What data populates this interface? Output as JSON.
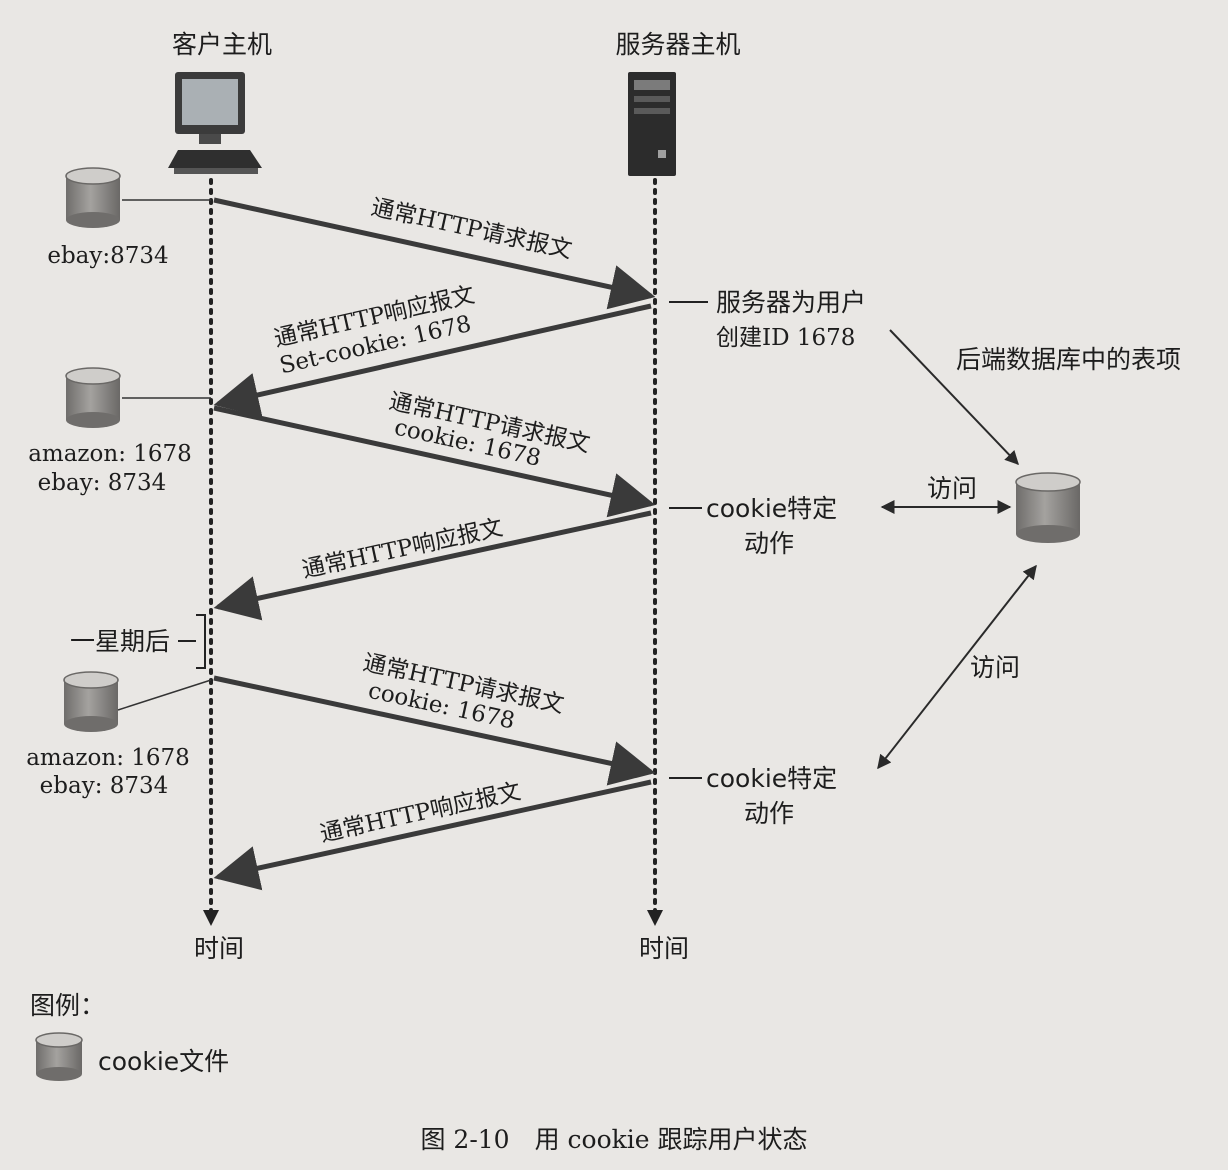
{
  "header": {
    "client_host": "客户主机",
    "server_host": "服务器主机"
  },
  "client_states": [
    {
      "lines": [
        "ebay:8734"
      ]
    },
    {
      "lines": [
        "amazon: 1678",
        "ebay: 8734"
      ]
    },
    {
      "lines": [
        "amazon: 1678",
        "ebay: 8734"
      ]
    }
  ],
  "messages": [
    {
      "lines": [
        "通常HTTP请求报文"
      ]
    },
    {
      "lines": [
        "通常HTTP响应报文",
        "Set-cookie: 1678"
      ]
    },
    {
      "lines": [
        "通常HTTP请求报文",
        "cookie: 1678"
      ]
    },
    {
      "lines": [
        "通常HTTP响应报文"
      ]
    },
    {
      "lines": [
        "通常HTTP请求报文",
        "cookie: 1678"
      ]
    },
    {
      "lines": [
        "通常HTTP响应报文"
      ]
    }
  ],
  "server_notes": [
    {
      "lines": [
        "服务器为用户",
        "创建ID 1678"
      ]
    },
    {
      "lines": [
        "cookie特定",
        "动作"
      ]
    },
    {
      "lines": [
        "cookie特定",
        "动作"
      ]
    }
  ],
  "database": {
    "label": "后端数据库中的表项",
    "access_label_1": "访问",
    "access_label_2": "访问"
  },
  "week_later": "一星期后",
  "time_label_client": "时间",
  "time_label_server": "时间",
  "legend": {
    "title": "图例：",
    "item": "cookie文件"
  },
  "caption": "图 2-10　用 cookie 跟踪用户状态",
  "colors": {
    "arrow": "#3a3a3a",
    "cylinder_body": "#8a8886",
    "cylinder_top": "#c9c7c4",
    "background": "#e9e7e4"
  }
}
